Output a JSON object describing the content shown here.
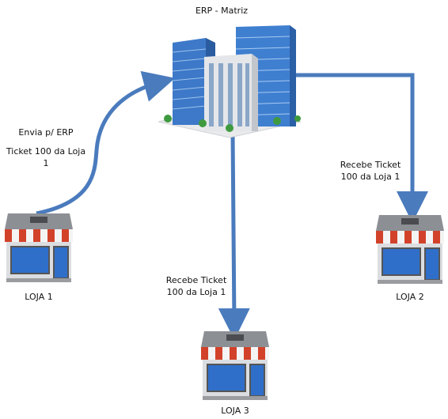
{
  "title": "ERP - Matriz",
  "arrow_labels": {
    "send": [
      "Envia p/ ERP",
      "Ticket 100 da Loja",
      "1"
    ],
    "receive_loja2": [
      "Recebe Ticket",
      "100 da Loja 1"
    ],
    "receive_loja3": [
      "Recebe Ticket",
      "100 da Loja 1"
    ]
  },
  "stores": {
    "loja1": "LOJA 1",
    "loja2": "LOJA 2",
    "loja3": "LOJA 3"
  },
  "colors": {
    "arrow": "#4a7bbd",
    "awning_red": "#d2422a",
    "window_blue": "#2f6fc9",
    "building_blue": "#3d79c8"
  }
}
